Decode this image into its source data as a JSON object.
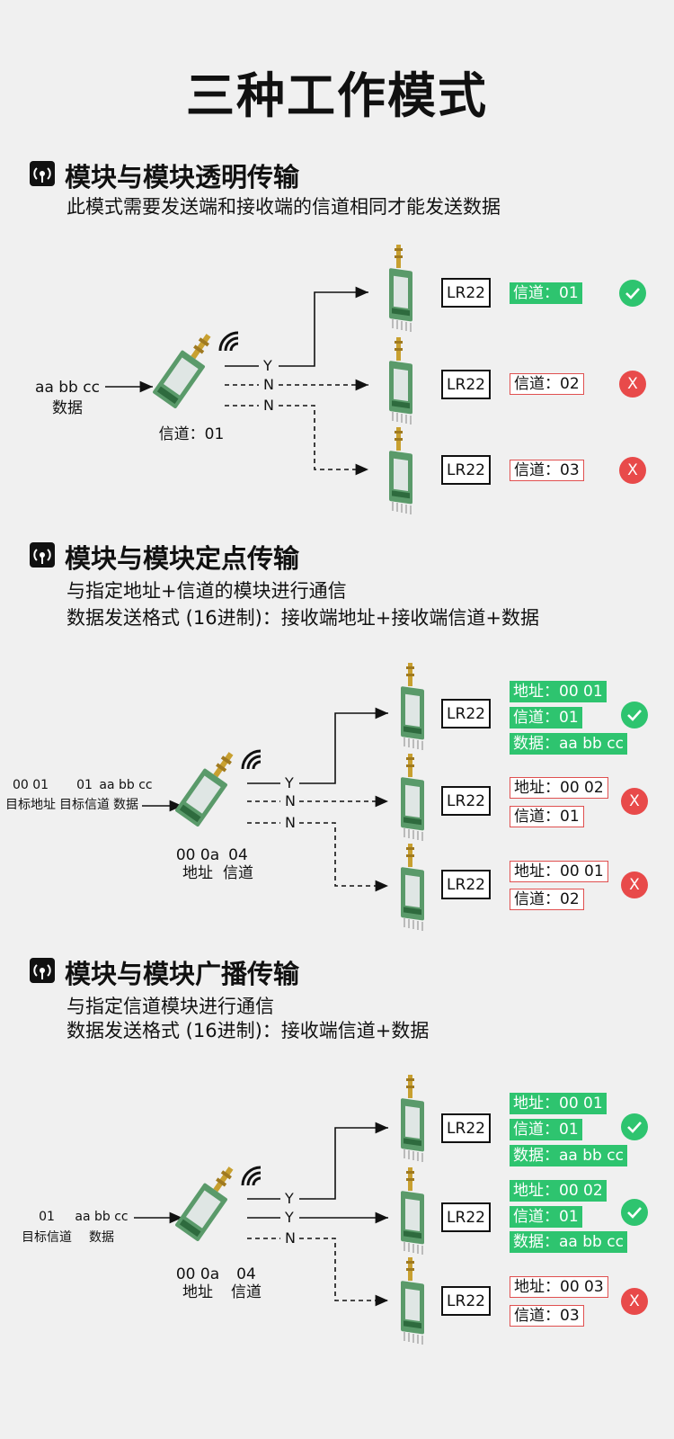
{
  "title": "三种工作模式",
  "colors": {
    "accent_green": "#2ec46f",
    "error_red": "#e84a4a",
    "module_pcb": "#5a9a6a",
    "antenna_gold": "#c8a030"
  },
  "sections": [
    {
      "heading": "模块与模块透明传输",
      "desc": [
        "此模式需要发送端和接收端的信道相同才能发送数据"
      ],
      "input": {
        "data": "aa bb cc",
        "label": "数据"
      },
      "sender": {
        "channel_text": "信道：01"
      },
      "lines": [
        "Y",
        "N",
        "N"
      ],
      "receivers": [
        {
          "model": "LR22",
          "tags": [
            {
              "text": "信道：01",
              "style": "green"
            }
          ],
          "status": "ok"
        },
        {
          "model": "LR22",
          "tags": [
            {
              "text": "信道：02",
              "style": "red-outline"
            }
          ],
          "status": "X"
        },
        {
          "model": "LR22",
          "tags": [
            {
              "text": "信道：03",
              "style": "red-outline"
            }
          ],
          "status": "X"
        }
      ]
    },
    {
      "heading": "模块与模块定点传输",
      "desc": [
        "与指定地址+信道的模块进行通信",
        "数据发送格式 (16进制)：接收端地址+接收端信道+数据"
      ],
      "input": [
        {
          "value": "00 01",
          "label": "目标地址"
        },
        {
          "value": "01",
          "label": "目标信道"
        },
        {
          "value": "aa bb cc",
          "label": "数据"
        }
      ],
      "sender": {
        "address": "00 0a",
        "address_label": "地址",
        "channel": "04",
        "channel_label": "信道"
      },
      "lines": [
        "Y",
        "N",
        "N"
      ],
      "receivers": [
        {
          "model": "LR22",
          "tags": [
            {
              "text": "地址：00 01",
              "style": "green"
            },
            {
              "text": "信道：01",
              "style": "green"
            },
            {
              "text": "数据：aa bb cc",
              "style": "green"
            }
          ],
          "status": "ok"
        },
        {
          "model": "LR22",
          "tags": [
            {
              "text": "地址：00 02",
              "style": "red-outline"
            },
            {
              "text": "信道：01",
              "style": "red-outline"
            }
          ],
          "status": "X"
        },
        {
          "model": "LR22",
          "tags": [
            {
              "text": "地址：00 01",
              "style": "red-outline"
            },
            {
              "text": "信道：02",
              "style": "red-outline"
            }
          ],
          "status": "X"
        }
      ]
    },
    {
      "heading": "模块与模块广播传输",
      "desc": [
        "与指定信道模块进行通信",
        "数据发送格式 (16进制)：接收端信道+数据"
      ],
      "input": [
        {
          "value": "01",
          "label": "目标信道"
        },
        {
          "value": "aa bb cc",
          "label": "数据"
        }
      ],
      "sender": {
        "address": "00 0a",
        "address_label": "地址",
        "channel": "04",
        "channel_label": "信道"
      },
      "lines": [
        "Y",
        "Y",
        "N"
      ],
      "receivers": [
        {
          "model": "LR22",
          "tags": [
            {
              "text": "地址：00 01",
              "style": "green"
            },
            {
              "text": "信道：01",
              "style": "green"
            },
            {
              "text": "数据：aa bb cc",
              "style": "green"
            }
          ],
          "status": "ok"
        },
        {
          "model": "LR22",
          "tags": [
            {
              "text": "地址：00 02",
              "style": "green"
            },
            {
              "text": "信道：01",
              "style": "green"
            },
            {
              "text": "数据：aa bb cc",
              "style": "green"
            }
          ],
          "status": "ok"
        },
        {
          "model": "LR22",
          "tags": [
            {
              "text": "地址：00 03",
              "style": "red-outline"
            },
            {
              "text": "信道：03",
              "style": "red-outline"
            }
          ],
          "status": "X"
        }
      ]
    }
  ]
}
